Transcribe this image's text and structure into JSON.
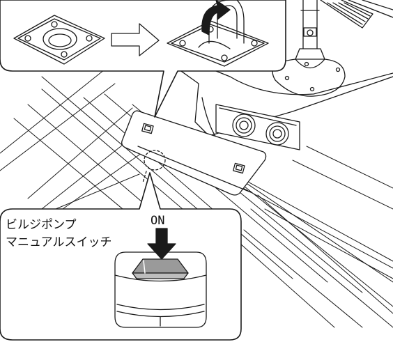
{
  "callout_bottom": {
    "title_line1": "ビルジポンプ",
    "title_line2": "マニュアルスイッチ",
    "state_label": "ON"
  },
  "callout_top": {
    "step_arrow": "right-arrow-icon"
  },
  "colors": {
    "line": "#1a1a1a",
    "fill": "#ffffff",
    "switch_top": "#9a9a9a"
  }
}
